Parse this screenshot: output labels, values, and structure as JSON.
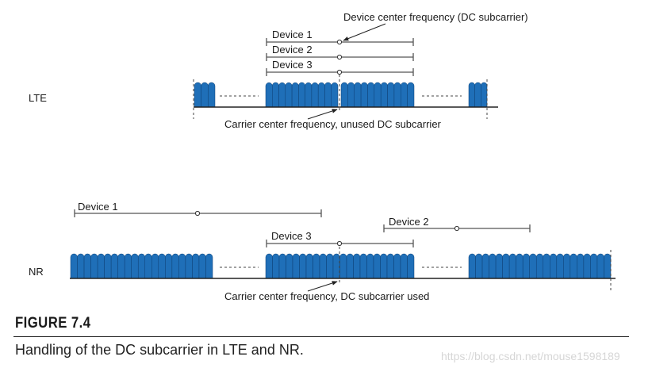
{
  "colors": {
    "subcarrier": "#1f6fb8",
    "subcarrier_dark": "#0d3f73",
    "line": "#222222",
    "range": "#555555",
    "dash": "#444444"
  },
  "lte": {
    "row_label": "LTE",
    "devices": [
      {
        "label": "Device 1"
      },
      {
        "label": "Device 2"
      },
      {
        "label": "Device 3"
      }
    ],
    "device_center_annotation": "Device center frequency (DC subcarrier)",
    "carrier_annotation": "Carrier center frequency, unused DC subcarrier"
  },
  "nr": {
    "row_label": "NR",
    "devices": [
      {
        "label": "Device 1"
      },
      {
        "label": "Device 2"
      },
      {
        "label": "Device 3"
      }
    ],
    "carrier_annotation": "Carrier center frequency, DC subcarrier used"
  },
  "figure": {
    "label": "FIGURE 7.4",
    "caption": "Handling of the DC subcarrier in LTE and NR."
  },
  "watermark": "https://blog.csdn.net/mouse1598189"
}
